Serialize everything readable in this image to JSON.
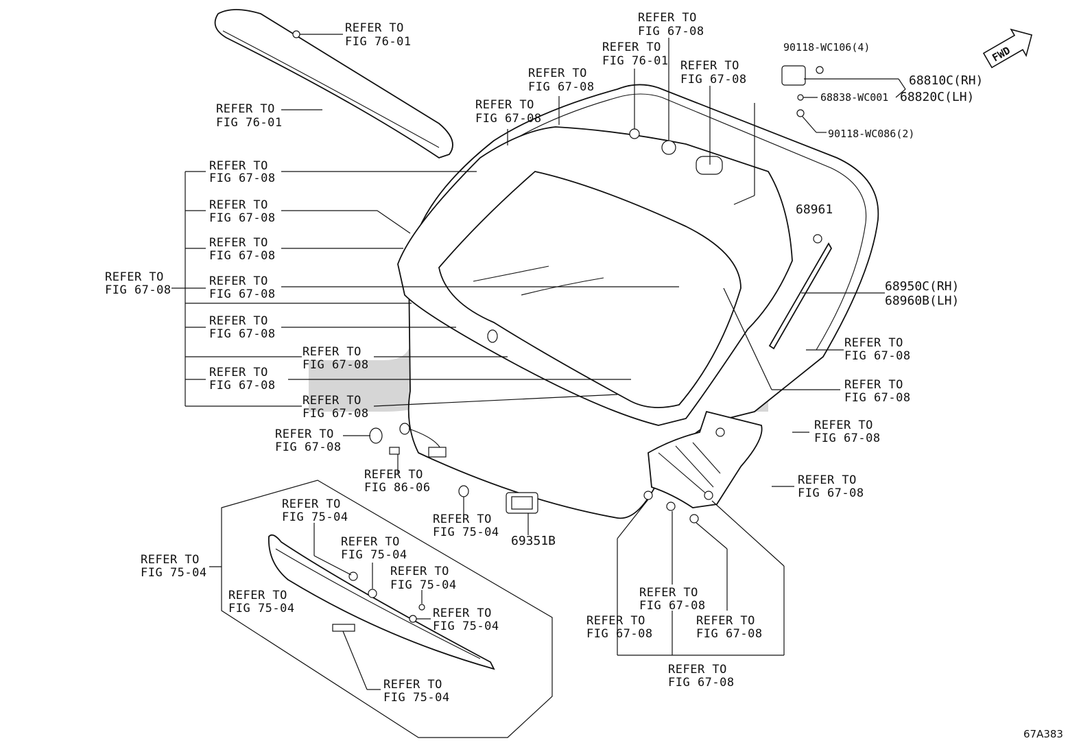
{
  "diagram": {
    "code": "67A383",
    "fwd_label": "FWD",
    "refer_to": "REFER TO",
    "part_numbers": {
      "hinge_rh": "68810C(RH)",
      "hinge_lh": "68820C(LH)",
      "bolt_top": "90118-WC106(4)",
      "washer": "68838-WC001",
      "bolt_bottom": "90118-WC086(2)",
      "stay_bracket": "68961",
      "stay_rh": "68950C(RH)",
      "stay_lh": "68960B(LH)",
      "lamp": "69351B"
    },
    "refs": {
      "spoiler_top": "FIG 76-01",
      "spoiler_left": "FIG 76-01",
      "top_center_a": "FIG 67-08",
      "top_center_b": "FIG 76-01",
      "top_center_c": "FIG 67-08",
      "upper_mid": "FIG 67-08",
      "upper_left": "FIG 67-08",
      "left_1": "FIG 67-08",
      "left_2": "FIG 67-08",
      "left_3": "FIG 67-08",
      "left_4": "FIG 67-08",
      "left_5": "FIG 67-08",
      "left_6": "FIG 67-08",
      "left_7": "FIG 67-08",
      "left_8": "FIG 67-08",
      "left_group": "FIG 67-08",
      "right_1": "FIG 67-08",
      "right_2": "FIG 67-08",
      "right_3": "FIG 67-08",
      "right_4": "FIG 67-08",
      "grommet": "FIG 67-08",
      "harness": "FIG 86-06",
      "bottom_clip": "FIG 75-04",
      "bottom_1": "FIG 67-08",
      "bottom_2": "FIG 67-08",
      "bottom_3": "FIG 67-08",
      "bottom_group": "FIG 67-08",
      "garnish_group": "FIG 75-04",
      "garnish_1": "FIG 75-04",
      "garnish_2": "FIG 75-04",
      "garnish_3": "FIG 75-04",
      "garnish_4": "FIG 75-04",
      "garnish_5": "FIG 75-04",
      "garnish_6": "FIG 75-04"
    }
  }
}
